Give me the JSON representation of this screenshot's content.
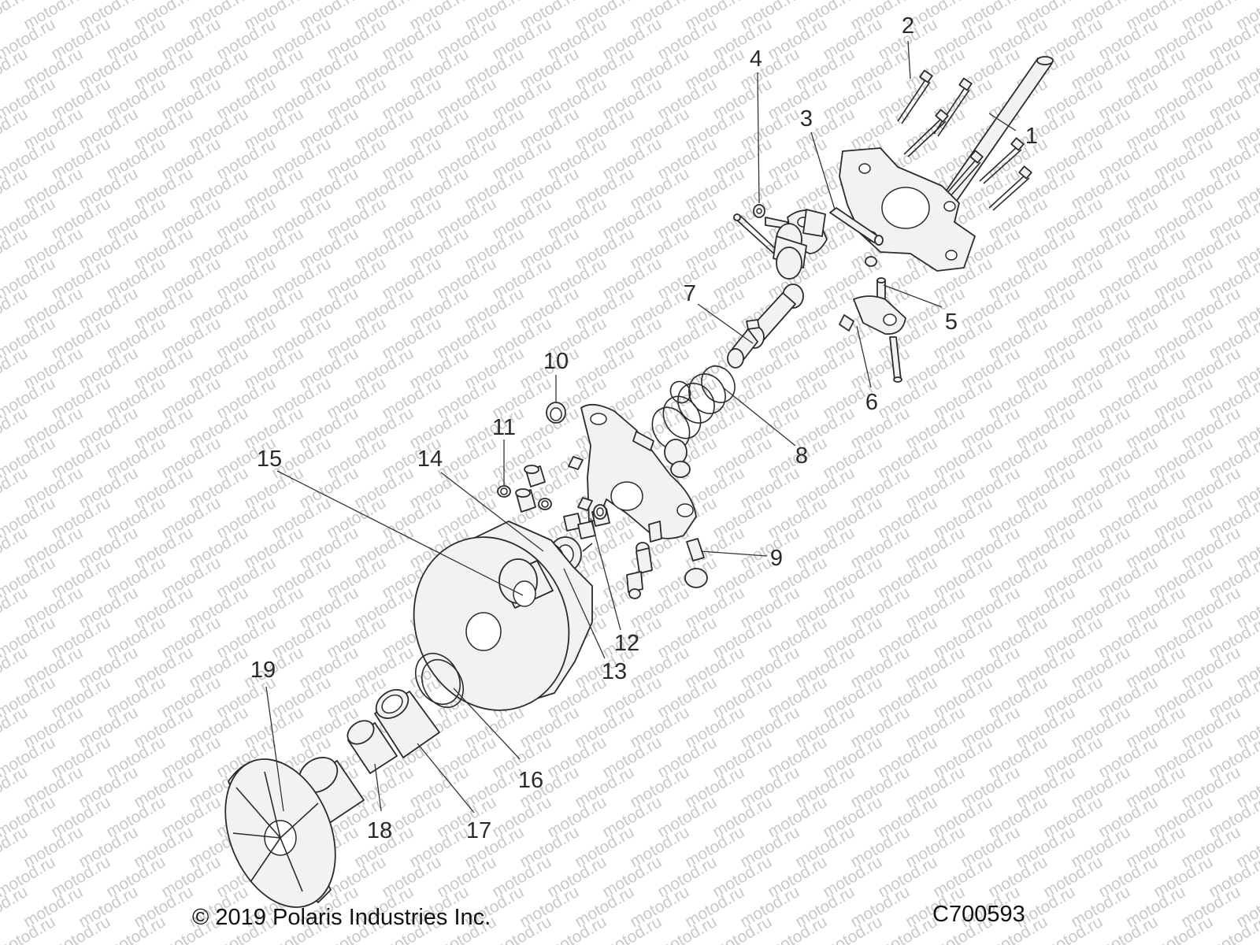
{
  "diagram": {
    "watermark_text": "motod.ru",
    "copyright": "© 2019 Polaris Industries Inc.",
    "drawing_number": "C700593",
    "callouts": [
      {
        "id": "c1",
        "label": "1"
      },
      {
        "id": "c2",
        "label": "2"
      },
      {
        "id": "c3",
        "label": "3"
      },
      {
        "id": "c4",
        "label": "4"
      },
      {
        "id": "c5",
        "label": "5"
      },
      {
        "id": "c6",
        "label": "6"
      },
      {
        "id": "c7",
        "label": "7"
      },
      {
        "id": "c8",
        "label": "8"
      },
      {
        "id": "c9",
        "label": "9"
      },
      {
        "id": "c10",
        "label": "10"
      },
      {
        "id": "c11",
        "label": "11"
      },
      {
        "id": "c12",
        "label": "12"
      },
      {
        "id": "c13",
        "label": "13"
      },
      {
        "id": "c14",
        "label": "14"
      },
      {
        "id": "c15",
        "label": "15"
      },
      {
        "id": "c16",
        "label": "16"
      },
      {
        "id": "c17",
        "label": "17"
      },
      {
        "id": "c18",
        "label": "18"
      },
      {
        "id": "c19",
        "label": "19"
      }
    ]
  }
}
